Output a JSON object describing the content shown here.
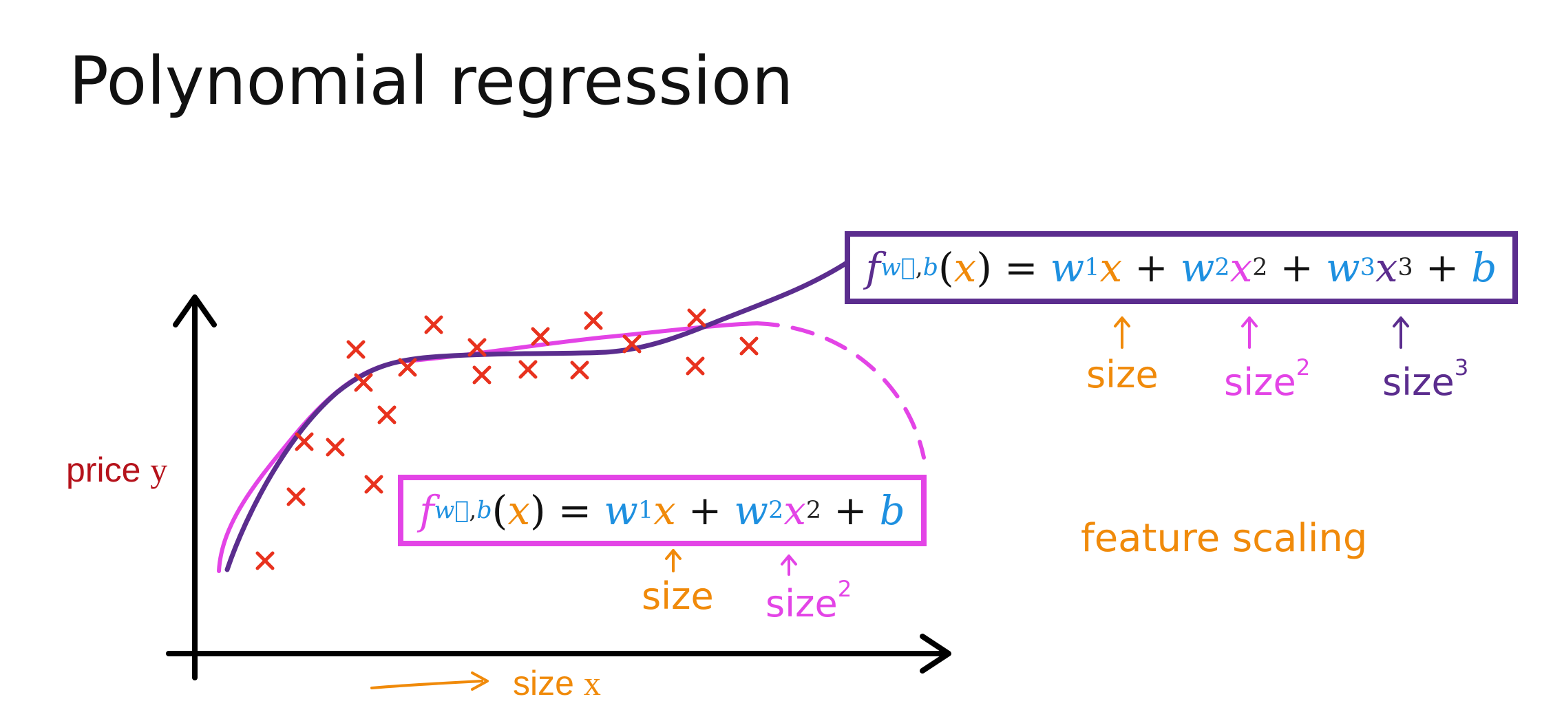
{
  "title": "Polynomial regression",
  "axis": {
    "ylabel_text": "price",
    "ylabel_var": "y",
    "xlabel_text": "size",
    "xlabel_var": "x"
  },
  "colors": {
    "quadratic": "#e344e6",
    "cubic": "#5b2d8e",
    "points": "#e8321e",
    "orange": "#f08a0a",
    "blue": "#1e90e0",
    "price_label": "#b5121b"
  },
  "points": [
    [
      385,
      815
    ],
    [
      430,
      722
    ],
    [
      442,
      642
    ],
    [
      487,
      650
    ],
    [
      517,
      508
    ],
    [
      528,
      556
    ],
    [
      543,
      704
    ],
    [
      562,
      603
    ],
    [
      592,
      534
    ],
    [
      630,
      472
    ],
    [
      693,
      505
    ],
    [
      700,
      545
    ],
    [
      767,
      537
    ],
    [
      785,
      489
    ],
    [
      842,
      538
    ],
    [
      862,
      466
    ],
    [
      918,
      500
    ],
    [
      1010,
      532
    ],
    [
      1012,
      462
    ],
    [
      1088,
      503
    ]
  ],
  "quadratic_eq": {
    "f": "f",
    "sub_w": "w⃗",
    "sub_comma": ",",
    "sub_b": "b",
    "lpar": "(",
    "x": "x",
    "rpar": ")",
    "eq": "=",
    "w1": "w",
    "w1_sub": "1",
    "x1": "x",
    "plus1": "+",
    "w2": "w",
    "w2_sub": "2",
    "x2": "x",
    "x2_sup": "2",
    "plus2": "+",
    "b": "b"
  },
  "cubic_eq": {
    "f": "f",
    "sub_w": "w⃗",
    "sub_comma": ",",
    "sub_b": "b",
    "lpar": "(",
    "x": "x",
    "rpar": ")",
    "eq": "=",
    "w1": "w",
    "w1_sub": "1",
    "x1": "x",
    "plus1": "+",
    "w2": "w",
    "w2_sub": "2",
    "x2": "x",
    "x2_sup": "2",
    "plus2": "+",
    "w3": "w",
    "w3_sub": "3",
    "x3": "x",
    "x3_sup": "3",
    "plus3": "+",
    "b": "b"
  },
  "annotations": {
    "quad_size": "size",
    "quad_size2": "size",
    "quad_size2_sup": "2",
    "cubic_size": "size",
    "cubic_size2": "size",
    "cubic_size2_sup": "2",
    "cubic_size3": "size",
    "cubic_size3_sup": "3",
    "feature_scaling": "feature scaling"
  }
}
